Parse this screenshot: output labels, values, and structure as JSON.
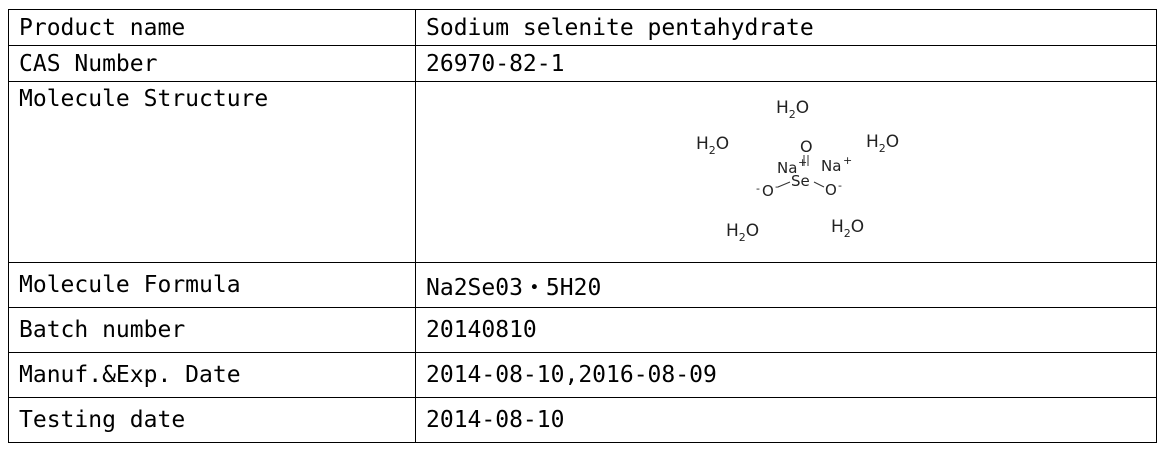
{
  "rows": [
    {
      "label": "Product name",
      "value": "Sodium selenite pentahydrate"
    },
    {
      "label": "CAS Number",
      "value": "26970-82-1"
    },
    {
      "label": "Molecule Structure",
      "value": ""
    },
    {
      "label": "Molecule Formula",
      "value": "Na2Se03・5H20"
    },
    {
      "label": "Batch number",
      "value": "20140810"
    },
    {
      "label": "Manuf.&Exp. Date",
      "value": "2014-08-10,2016-08-09"
    },
    {
      "label": "Testing date",
      "value": "2014-08-10"
    }
  ],
  "structure": {
    "water_main": "H",
    "water_sub": "2",
    "water_tail": "O",
    "oxygen": "O",
    "sodium": "Na",
    "plus": "+",
    "selenium": "Se",
    "minus": "-"
  }
}
